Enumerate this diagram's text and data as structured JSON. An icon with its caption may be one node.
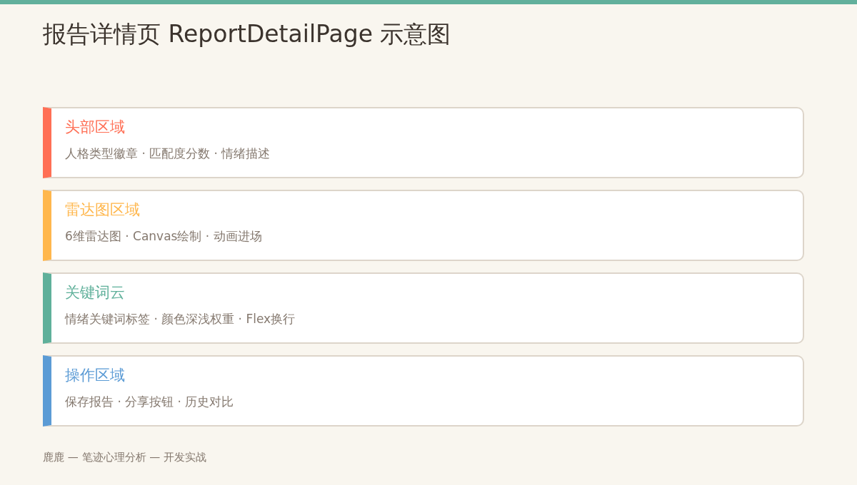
{
  "diagram": {
    "title": "报告详情页 ReportDetailPage 示意图",
    "nodes": [
      {
        "text": [
          "头部区域",
          "人格类型徽章 · 匹配度分数 · 情绪描述"
        ]
      },
      {
        "text": [
          "雷达图区域",
          "6维雷达图 · Canvas绘制 · 动画进场"
        ]
      },
      {
        "text": [
          "关键词云",
          "情绪关键词标签 · 颜色深浅权重 · Flex换行"
        ]
      },
      {
        "text": [
          "操作区域",
          "保存报告 · 分享按钮 · 历史对比"
        ]
      }
    ],
    "caption": "鹿鹿 — 笔迹心理分析 — 开发实战"
  }
}
